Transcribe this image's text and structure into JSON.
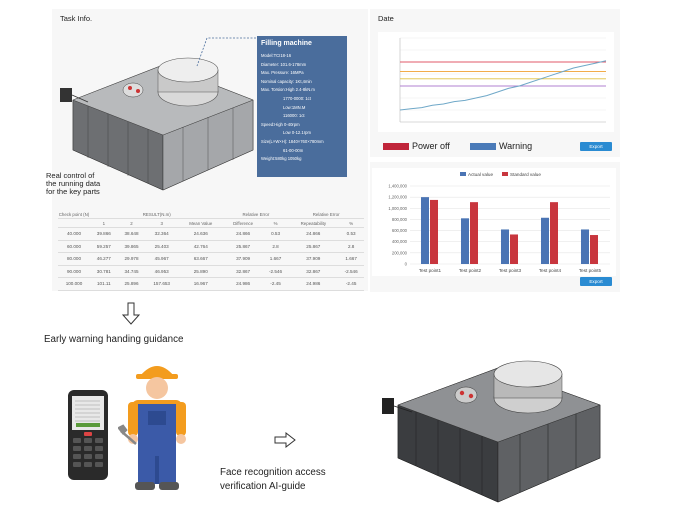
{
  "task_panel": {
    "title": "Task Info."
  },
  "date_panel": {
    "title": "Date"
  },
  "spec_box": {
    "heading": "Filling machine",
    "lines": [
      "Model:TCI18-16",
      "Diameter: 101.6-178mm",
      "Max. Pressure: 16MPa",
      "Nominal capacity: 1Kt,4min",
      "Max. Torsion:High 2.4-8kN.m",
      "1770-0000: 1ct",
      "Low:1MN.M",
      "116000: 1ct",
      "Speed:High 0-40rpm",
      "Low 0-12.1rpm",
      "Size(L×W×H): 1840×760×780mm",
      "61-00-00m",
      "Weight:580kg   1050kg"
    ]
  },
  "callout": {
    "lines": [
      "Real control of",
      "the running data",
      "for the key parts"
    ]
  },
  "results_table": {
    "header_groups": [
      "Check point (N)",
      "RESULT(N.m)",
      "Relative Error",
      "Relative Error"
    ],
    "subheaders": [
      "1",
      "2",
      "3",
      "Mean Value",
      "Difference",
      "%",
      "Repeatability",
      "%"
    ],
    "rows": [
      [
        "40.000",
        "39.866",
        "38.648",
        "32.364",
        "24.636",
        "24.866",
        "0.53",
        "24.866",
        "0.53"
      ],
      [
        "60.000",
        "59.257",
        "39.865",
        "25.403",
        "42.764",
        "25.867",
        "2.8",
        "25.867",
        "2.8"
      ],
      [
        "80.000",
        "46.277",
        "29.978",
        "45.967",
        "63.667",
        "37.909",
        "1.667",
        "37.909",
        "1.667"
      ],
      [
        "90.000",
        "30.781",
        "34.745",
        "46.953",
        "25.890",
        "32.867",
        "-2.546",
        "32.867",
        "-2.546"
      ],
      [
        "100.000",
        "101.11",
        "25.896",
        "157.653",
        "16.967",
        "24.986",
        "-2.45",
        "24.986",
        "-2.45"
      ]
    ]
  },
  "line_legend": [
    {
      "label": "Power off",
      "color": "#c0253a"
    },
    {
      "label": "Warning",
      "color": "#4a7ab8"
    }
  ],
  "export_label": "Export",
  "chart_data": [
    {
      "type": "line",
      "title": "",
      "series": [
        {
          "values": [
            10,
            11,
            12,
            14,
            15,
            17,
            18,
            20,
            22,
            25,
            28,
            30,
            33,
            36,
            39,
            42,
            45,
            47,
            49,
            51
          ],
          "color": "#6fa8c8"
        }
      ],
      "reference_lines": [
        {
          "value": 50,
          "color": "#e05a6a"
        },
        {
          "value": 42,
          "color": "#f0a030"
        },
        {
          "value": 36,
          "color": "#e0c040"
        },
        {
          "value": 30,
          "color": "#b080d0"
        }
      ],
      "ylim": [
        0,
        70
      ],
      "grid": true
    },
    {
      "type": "bar",
      "categories": [
        "Test point1",
        "Test point2",
        "Test point3",
        "Test point4",
        "Test point5"
      ],
      "series": [
        {
          "name": "Actual value",
          "values": [
            1200000,
            820000,
            620000,
            830000,
            620000
          ],
          "color": "#4a74b4"
        },
        {
          "name": "Standard value",
          "values": [
            1150000,
            1110000,
            530000,
            1110000,
            520000
          ],
          "color": "#c8363e"
        }
      ],
      "yticks": [
        "1,400,000",
        "1,200,000",
        "1,000,000",
        "800,000",
        "600,000",
        "400,000",
        "200,000",
        "0"
      ],
      "ylim": [
        0,
        1400000
      ],
      "legend": "top"
    }
  ],
  "captions": {
    "early_warning": "Early warning handing guidance",
    "face_recognition": [
      "Face recognition access",
      "verification AI-guide"
    ]
  }
}
